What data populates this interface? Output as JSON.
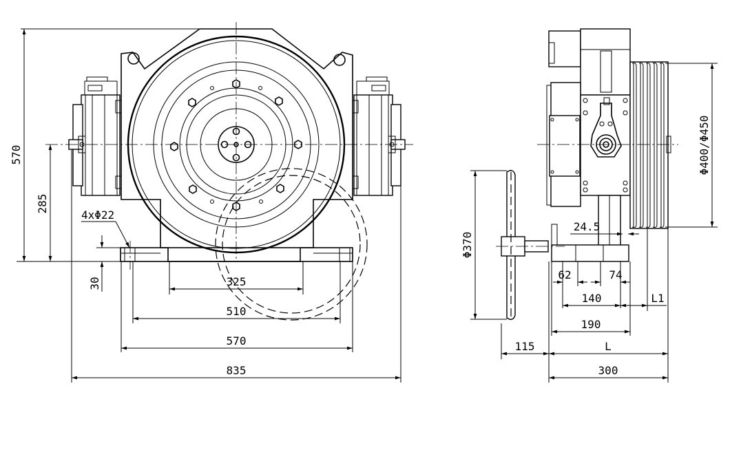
{
  "front_view": {
    "dim_height_total": "570",
    "dim_height_axis": "285",
    "dim_base_thickness": "30",
    "dim_holes": "4xΦ22",
    "dim_inner_base": "325",
    "dim_mid_base": "510",
    "dim_outer_base": "570",
    "dim_overall_width": "835"
  },
  "side_view": {
    "dim_handwheel": "Φ370",
    "dim_sheave": "Φ400/Φ450",
    "dim_rib": "24.5",
    "dim_a": "62",
    "dim_b": "74",
    "dim_c": "140",
    "dim_l1": "L1",
    "dim_d": "190",
    "dim_e": "115",
    "dim_l": "L",
    "dim_total": "300"
  }
}
